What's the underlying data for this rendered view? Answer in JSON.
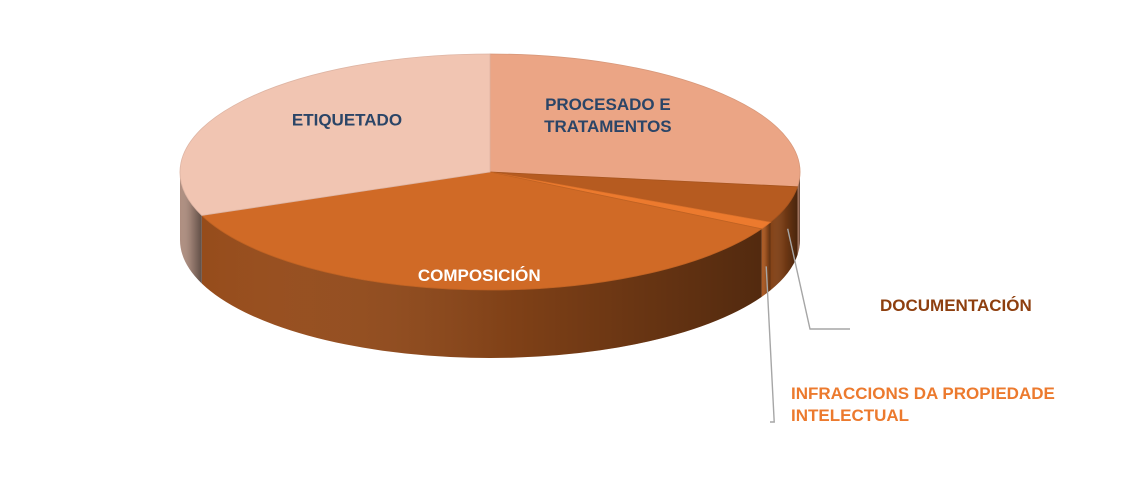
{
  "chart_data": {
    "type": "pie",
    "style": "3d",
    "slices": [
      {
        "label_lines": [
          "PROCESADO E",
          "TRATAMENTOS"
        ],
        "value": 27,
        "color": "#eba585",
        "label_color": "#2b4567"
      },
      {
        "label_lines": [
          "DOCUMENTACIÓN"
        ],
        "value": 5,
        "color": "#b65b20",
        "label_color": "#8e3f0f"
      },
      {
        "label_lines": [
          "INFRACCIONS DA PROPIEDADE",
          "INTELECTUAL"
        ],
        "value": 1,
        "color": "#ec7a2e",
        "label_color": "#ec7a2e"
      },
      {
        "label_lines": [
          "COMPOSICIÓN"
        ],
        "value": 36,
        "color": "#d06a26",
        "label_color": "#ffffff"
      },
      {
        "label_lines": [
          "ETIQUETADO"
        ],
        "value": 31,
        "color": "#f1c5b2",
        "label_color": "#2b4567"
      }
    ]
  }
}
